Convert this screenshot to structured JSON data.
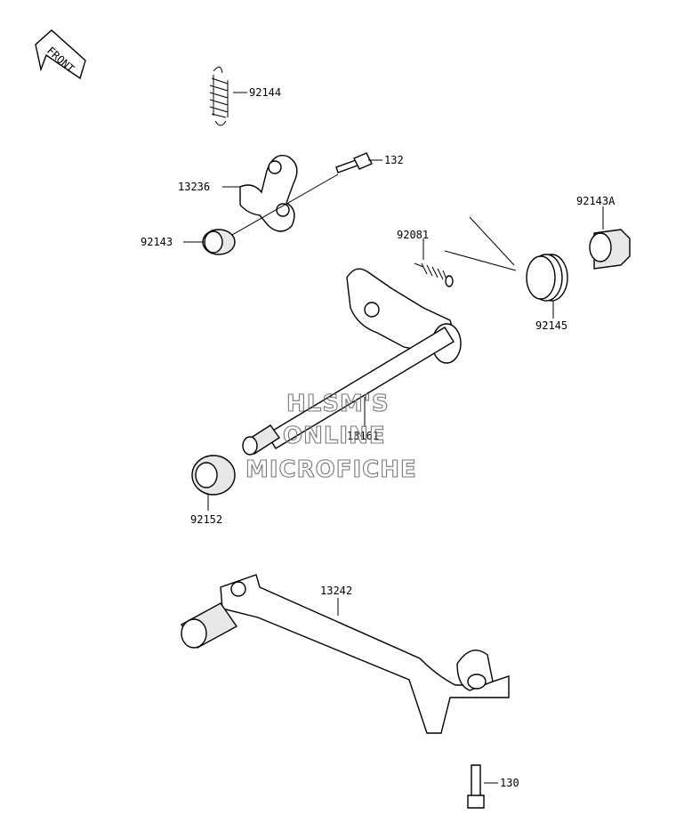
{
  "front_label": "FRONT",
  "watermark": {
    "line1": "HLSM'S",
    "line2": "ONLINE",
    "line3": "MICROFICHE"
  },
  "callouts": {
    "p92144": "92144",
    "p132": "132",
    "p13236": "13236",
    "p92143": "92143",
    "p92081": "92081",
    "p92143A": "92143A",
    "p92145": "92145",
    "p13161": "13161",
    "p92152": "92152",
    "p13242": "13242",
    "p130": "130"
  }
}
